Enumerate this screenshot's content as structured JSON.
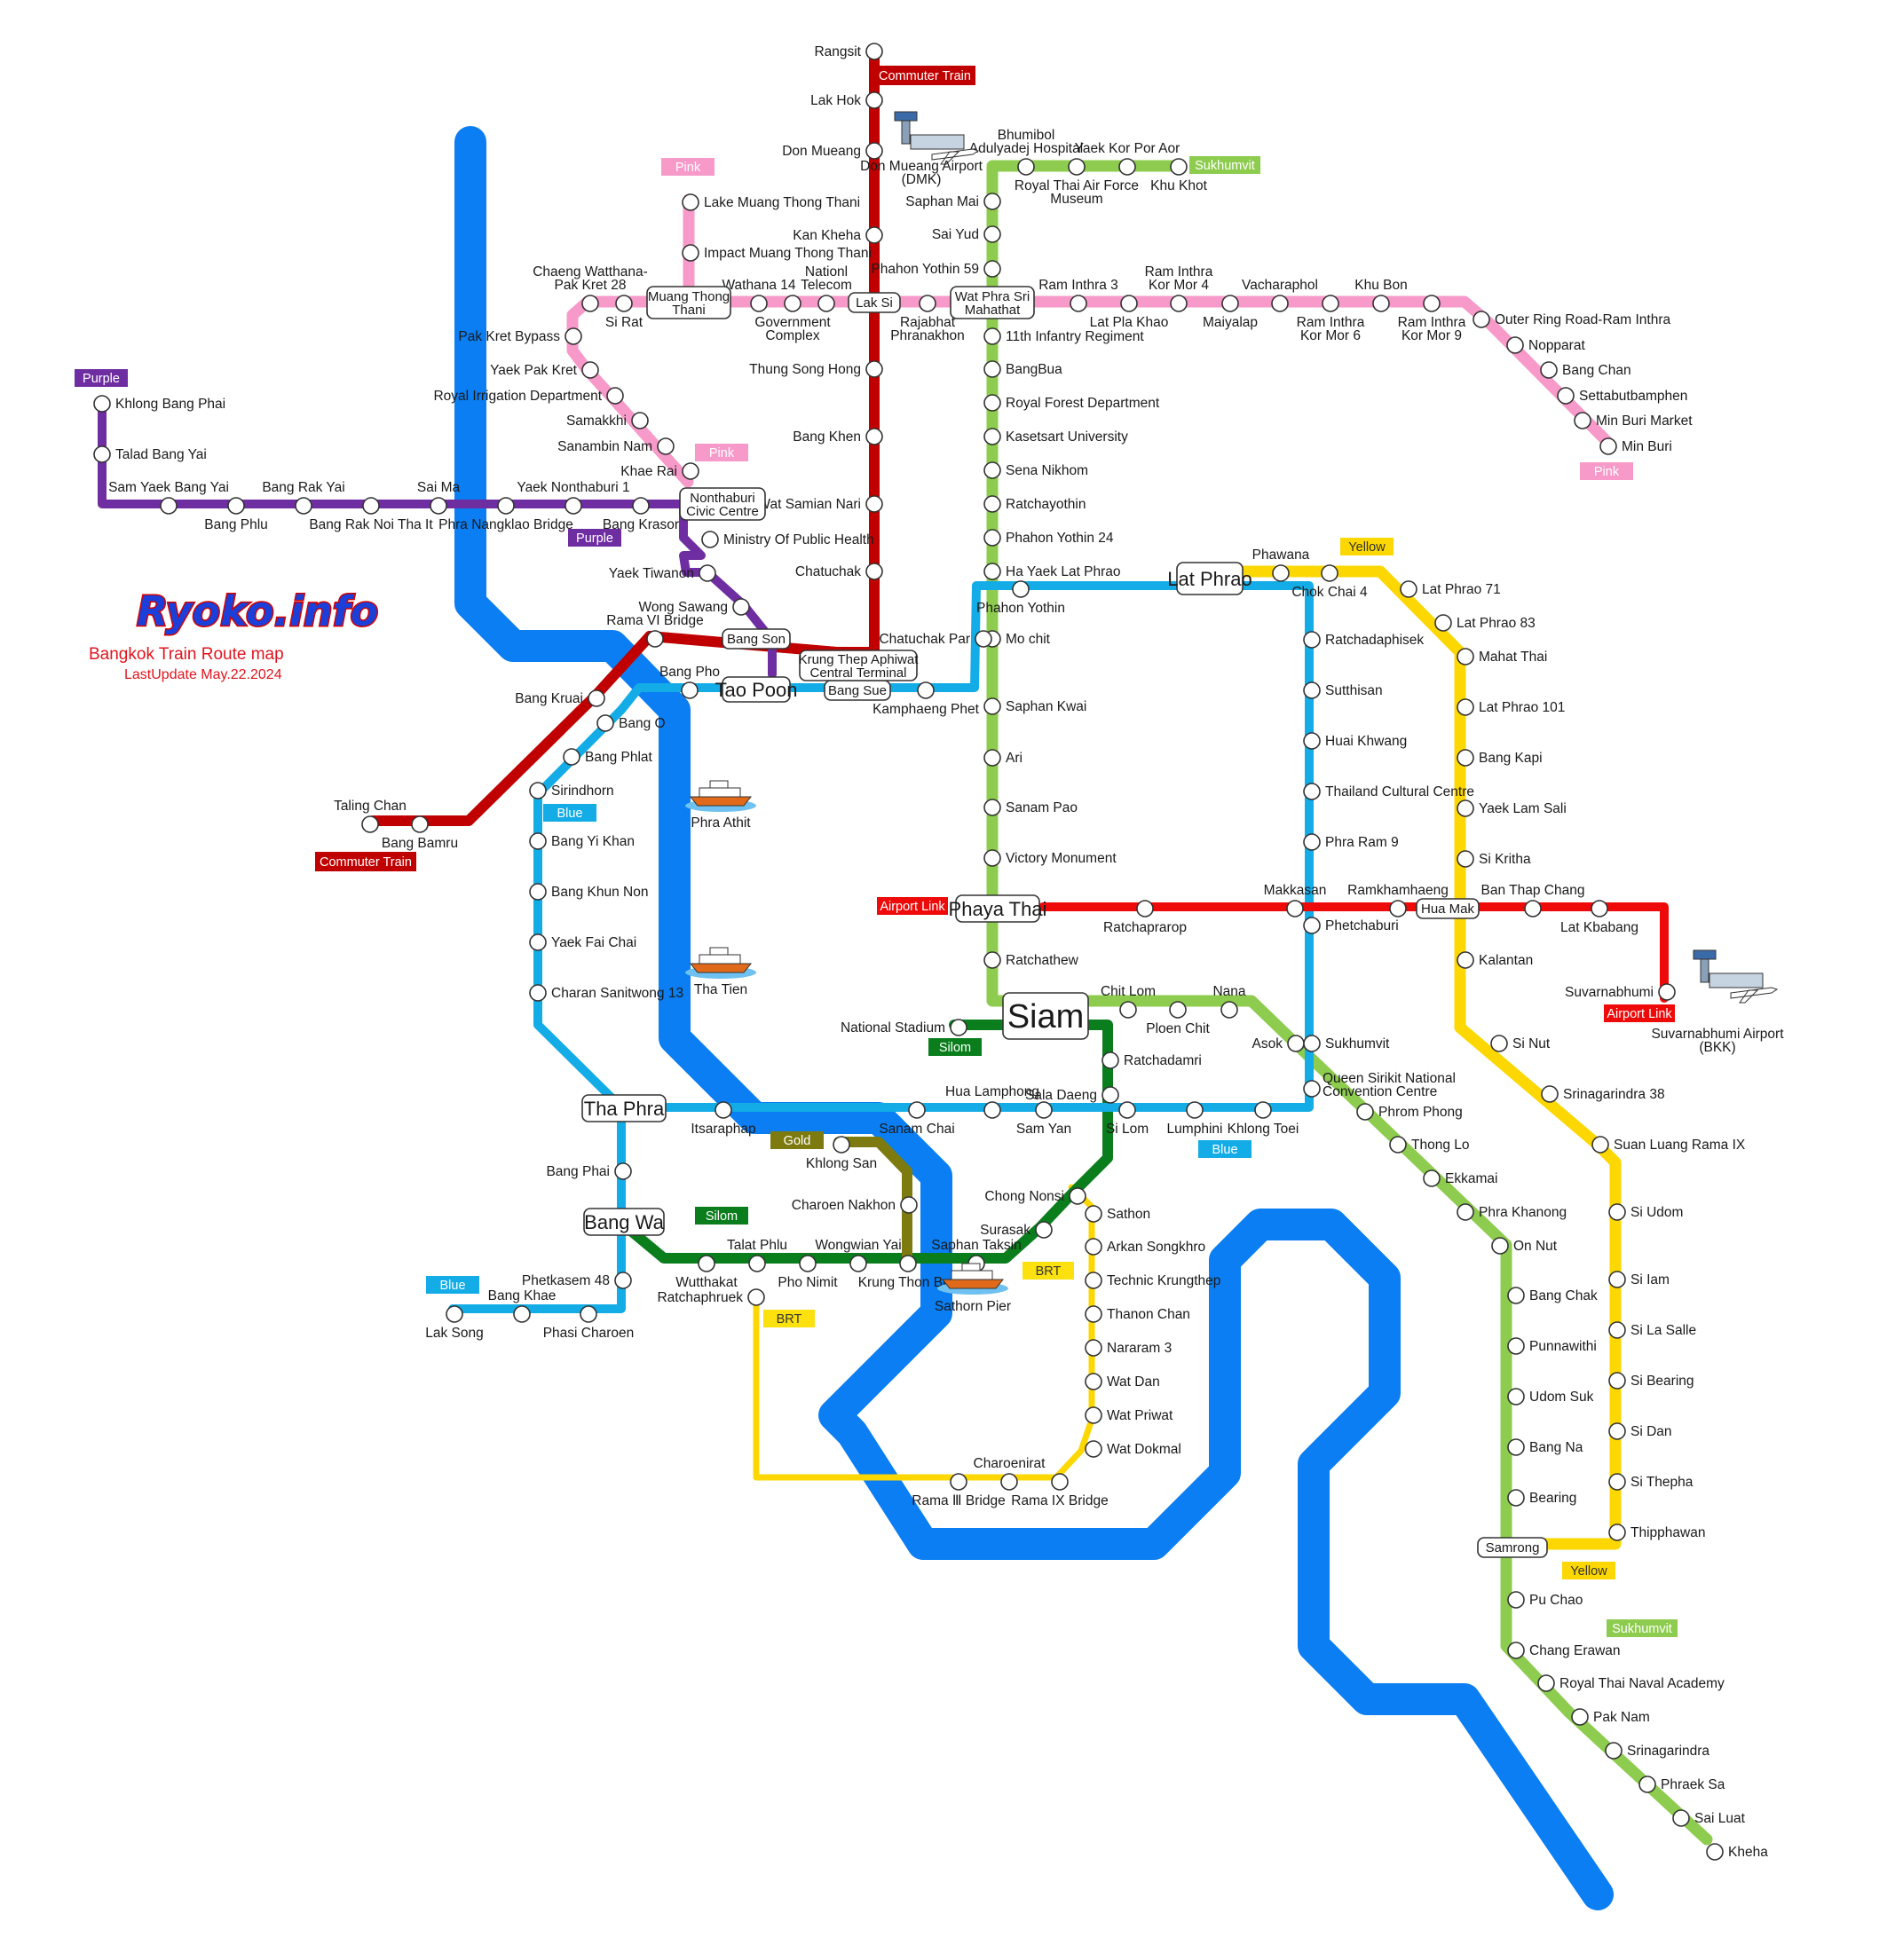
{
  "branding": {
    "logo_text": "Ryoko.info",
    "title": "Bangkok Train Route map",
    "last_update": "LastUpdate May.22.2024"
  },
  "colors": {
    "river": "#0a7ef2",
    "commuter": "#c00000",
    "airport_link": "#ef0a0a",
    "sukhumvit": "#8dcc4e",
    "silom": "#0a7d1c",
    "blue": "#13ace6",
    "purple": "#6f2da2",
    "pink": "#f79ac9",
    "yellow": "#fdd702",
    "gold": "#7d7b10",
    "brt": "#fde10e"
  },
  "line_tags": [
    {
      "id": "commuter-train-top",
      "text": "Commuter Train",
      "color": "#c00000"
    },
    {
      "id": "commuter-train-bottom",
      "text": "Commuter Train",
      "color": "#c00000"
    },
    {
      "id": "sukhumvit-top",
      "text": "Sukhumvit",
      "color": "#8dcc4e"
    },
    {
      "id": "sukhumvit-bottom",
      "text": "Sukhumvit",
      "color": "#8dcc4e"
    },
    {
      "id": "pink-top",
      "text": "Pink",
      "color": "#f79ac9"
    },
    {
      "id": "pink-mid",
      "text": "Pink",
      "color": "#f79ac9"
    },
    {
      "id": "pink-right",
      "text": "Pink",
      "color": "#f79ac9"
    },
    {
      "id": "purple-left",
      "text": "Purple",
      "color": "#6f2da2"
    },
    {
      "id": "purple-mid",
      "text": "Purple",
      "color": "#6f2da2"
    },
    {
      "id": "yellow-top",
      "text": "Yellow",
      "color": "#fdd702"
    },
    {
      "id": "yellow-bottom",
      "text": "Yellow",
      "color": "#fdd702"
    },
    {
      "id": "blue-left",
      "text": "Blue",
      "color": "#13ace6"
    },
    {
      "id": "blue-right",
      "text": "Blue",
      "color": "#13ace6"
    },
    {
      "id": "blue-bottom",
      "text": "Blue",
      "color": "#13ace6"
    },
    {
      "id": "airport-link-left",
      "text": "Airport Link",
      "color": "#ef0a0a"
    },
    {
      "id": "airport-link-right",
      "text": "Airport Link",
      "color": "#ef0a0a"
    },
    {
      "id": "silom-top",
      "text": "Silom",
      "color": "#0a7d1c"
    },
    {
      "id": "silom-bottom",
      "text": "Silom",
      "color": "#0a7d1c"
    },
    {
      "id": "gold",
      "text": "Gold",
      "color": "#7d7b10"
    },
    {
      "id": "brt-1",
      "text": "BRT",
      "color": "#fde10e"
    },
    {
      "id": "brt-2",
      "text": "BRT",
      "color": "#fde10e"
    }
  ],
  "interchanges": [
    {
      "id": "siam",
      "text": "Siam"
    },
    {
      "id": "phaya-thai",
      "text": "Phaya Thai"
    },
    {
      "id": "tha-phra",
      "text": "Tha Phra"
    },
    {
      "id": "bang-wa",
      "text": "Bang Wa"
    },
    {
      "id": "lat-phrao",
      "text": "Lat Phrao"
    },
    {
      "id": "tao-poon",
      "text": "Tao Poon"
    },
    {
      "id": "bang-son",
      "text": "Bang Son"
    },
    {
      "id": "bang-sue",
      "text": "Bang Sue"
    },
    {
      "id": "lak-si",
      "text": "Lak Si"
    },
    {
      "id": "hua-mak",
      "text": "Hua Mak"
    },
    {
      "id": "samrong",
      "text": "Samrong"
    },
    {
      "id": "muang-thong-thani",
      "text": "Muang Thong\nThani"
    },
    {
      "id": "wat-phra-sri-mahathat",
      "text": "Wat Phra Sri\nMahathat"
    },
    {
      "id": "nonthaburi-civic-centre",
      "text": "Nonthaburi\nCivic Centre"
    },
    {
      "id": "krung-thep-aphiwat",
      "text": "Krung Thep Aphiwat\nCentral Terminal"
    }
  ],
  "stations": [
    {
      "name": "Rangsit"
    },
    {
      "name": "Lak Hok"
    },
    {
      "name": "Don Mueang"
    },
    {
      "name": "Kan Kheha"
    },
    {
      "name": "Thung Song Hong"
    },
    {
      "name": "Bang Khen"
    },
    {
      "name": "Wat Samian Nari"
    },
    {
      "name": "Chatuchak"
    },
    {
      "name": "Rama VI Bridge"
    },
    {
      "name": "Bang Kruai"
    },
    {
      "name": "Taling Chan"
    },
    {
      "name": "Bang Bamru"
    },
    {
      "name": "Khu Khot"
    },
    {
      "name": "Yaek Kor Por Aor"
    },
    {
      "name": "Royal Thai Air Force\nMuseum"
    },
    {
      "name": "Bhumibol\nAdulyadej Hospital"
    },
    {
      "name": "Saphan Mai"
    },
    {
      "name": "Sai Yud"
    },
    {
      "name": "Phahon Yothin 59"
    },
    {
      "name": "11th Infantry Regiment"
    },
    {
      "name": "BangBua"
    },
    {
      "name": "Royal Forest Department"
    },
    {
      "name": "Kasetsart University"
    },
    {
      "name": "Sena Nikhom"
    },
    {
      "name": "Ratchayothin"
    },
    {
      "name": "Phahon Yothin 24"
    },
    {
      "name": "Ha Yaek Lat Phrao"
    },
    {
      "name": "Mo chit"
    },
    {
      "name": "Saphan Kwai"
    },
    {
      "name": "Ari"
    },
    {
      "name": "Sanam Pao"
    },
    {
      "name": "Victory Monument"
    },
    {
      "name": "Ratchathew"
    },
    {
      "name": "Chit Lom"
    },
    {
      "name": "Ploen Chit"
    },
    {
      "name": "Nana"
    },
    {
      "name": "Asok"
    },
    {
      "name": "Phrom Phong"
    },
    {
      "name": "Thong Lo"
    },
    {
      "name": "Ekkamai"
    },
    {
      "name": "Phra Khanong"
    },
    {
      "name": "On Nut"
    },
    {
      "name": "Bang Chak"
    },
    {
      "name": "Punnawithi"
    },
    {
      "name": "Udom Suk"
    },
    {
      "name": "Bang Na"
    },
    {
      "name": "Bearing"
    },
    {
      "name": "Pu Chao"
    },
    {
      "name": "Chang Erawan"
    },
    {
      "name": "Royal Thai Naval Academy"
    },
    {
      "name": "Pak Nam"
    },
    {
      "name": "Srinagarindra"
    },
    {
      "name": "Phraek Sa"
    },
    {
      "name": "Sai Luat"
    },
    {
      "name": "Kheha"
    },
    {
      "name": "National Stadium"
    },
    {
      "name": "Ratchadamri"
    },
    {
      "name": "Sala Daeng"
    },
    {
      "name": "Chong Nonsi"
    },
    {
      "name": "Surasak"
    },
    {
      "name": "Saphan Taksin"
    },
    {
      "name": "Krung Thon Buri"
    },
    {
      "name": "Wongwian Yai"
    },
    {
      "name": "Pho Nimit"
    },
    {
      "name": "Talat Phlu"
    },
    {
      "name": "Wutthakat"
    },
    {
      "name": "Phahon Yothin"
    },
    {
      "name": "Chatuchak Par"
    },
    {
      "name": "Kamphaeng Phet"
    },
    {
      "name": "Bang Pho"
    },
    {
      "name": "Bang O"
    },
    {
      "name": "Bang Phlat"
    },
    {
      "name": "Sirindhorn"
    },
    {
      "name": "Bang Yi Khan"
    },
    {
      "name": "Bang Khun Non"
    },
    {
      "name": "Yaek Fai Chai"
    },
    {
      "name": "Charan Sanitwong 13"
    },
    {
      "name": "Itsaraphap"
    },
    {
      "name": "Sanam Chai"
    },
    {
      "name": "Hua Lamphong"
    },
    {
      "name": "Sam Yan"
    },
    {
      "name": "Si Lom"
    },
    {
      "name": "Lumphini"
    },
    {
      "name": "Khlong Toei"
    },
    {
      "name": "Queen Sirikit National\nConvention Centre"
    },
    {
      "name": "Sukhumvit"
    },
    {
      "name": "Phetchaburi"
    },
    {
      "name": "Phra Ram 9"
    },
    {
      "name": "Thailand Cultural Centre"
    },
    {
      "name": "Huai Khwang"
    },
    {
      "name": "Sutthisan"
    },
    {
      "name": "Ratchadaphisek"
    },
    {
      "name": "Chok Chai 4"
    },
    {
      "name": "Bang Phai"
    },
    {
      "name": "Phetkasem 48"
    },
    {
      "name": "Phasi Charoen"
    },
    {
      "name": "Bang Khae"
    },
    {
      "name": "Lak Song"
    },
    {
      "name": "Khlong Bang Phai"
    },
    {
      "name": "Talad Bang Yai"
    },
    {
      "name": "Sam Yaek Bang Yai"
    },
    {
      "name": "Bang Phlu"
    },
    {
      "name": "Bang Rak Yai"
    },
    {
      "name": "Bang Rak Noi Tha It"
    },
    {
      "name": "Sai Ma"
    },
    {
      "name": "Phra Nangklao Bridge"
    },
    {
      "name": "Yaek Nonthaburi 1"
    },
    {
      "name": "Bang Krasor"
    },
    {
      "name": "Ministry Of Public Health"
    },
    {
      "name": "Yaek Tiwanon"
    },
    {
      "name": "Wong Sawang"
    },
    {
      "name": "Lake Muang Thong Thani"
    },
    {
      "name": "Impact Muang Thong Thani"
    },
    {
      "name": "Chaeng Watthana-\nPak Kret 28"
    },
    {
      "name": "Si Rat"
    },
    {
      "name": "Wathana 14"
    },
    {
      "name": "Government\nComplex"
    },
    {
      "name": "Nationl\nTelecom"
    },
    {
      "name": "Rajabhat\nPhranakhon"
    },
    {
      "name": "Ram Inthra 3"
    },
    {
      "name": "Lat Pla Khao"
    },
    {
      "name": "Ram Inthra\nKor Mor 4"
    },
    {
      "name": "Maiyalap"
    },
    {
      "name": "Vacharaphol"
    },
    {
      "name": "Ram Inthra\nKor Mor 6"
    },
    {
      "name": "Khu Bon"
    },
    {
      "name": "Ram Inthra\nKor Mor 9"
    },
    {
      "name": "Outer Ring Road-Ram Inthra"
    },
    {
      "name": "Nopparat"
    },
    {
      "name": "Bang Chan"
    },
    {
      "name": "Settabutbamphen"
    },
    {
      "name": "Min Buri Market"
    },
    {
      "name": "Min Buri"
    },
    {
      "name": "Pak Kret Bypass"
    },
    {
      "name": "Yaek Pak Kret"
    },
    {
      "name": "Royal Irrigation Department"
    },
    {
      "name": "Samakkhi"
    },
    {
      "name": "Sanambin Nam"
    },
    {
      "name": "Khae Rai"
    },
    {
      "name": "Phawana"
    },
    {
      "name": "Lat Phrao 71"
    },
    {
      "name": "Lat Phrao 83"
    },
    {
      "name": "Mahat Thai"
    },
    {
      "name": "Lat Phrao 101"
    },
    {
      "name": "Bang Kapi"
    },
    {
      "name": "Yaek Lam Sali"
    },
    {
      "name": "Si Kritha"
    },
    {
      "name": "Kalantan"
    },
    {
      "name": "Si Nut"
    },
    {
      "name": "Srinagarindra 38"
    },
    {
      "name": "Suan Luang Rama IX"
    },
    {
      "name": "Si Udom"
    },
    {
      "name": "Si Iam"
    },
    {
      "name": "Si La Salle"
    },
    {
      "name": "Si Bearing"
    },
    {
      "name": "Si Dan"
    },
    {
      "name": "Si Thepha"
    },
    {
      "name": "Thipphawan"
    },
    {
      "name": "Ratchaprarop"
    },
    {
      "name": "Makkasan"
    },
    {
      "name": "Ramkhamhaeng"
    },
    {
      "name": "Ban Thap Chang"
    },
    {
      "name": "Lat Kbabang"
    },
    {
      "name": "Suvarnabhumi"
    },
    {
      "name": "Khlong San"
    },
    {
      "name": "Charoen Nakhon"
    },
    {
      "name": "Sathon"
    },
    {
      "name": "Arkan Songkhro"
    },
    {
      "name": "Technic Krungthep"
    },
    {
      "name": "Thanon Chan"
    },
    {
      "name": "Nararam 3"
    },
    {
      "name": "Wat Dan"
    },
    {
      "name": "Wat Priwat"
    },
    {
      "name": "Wat Dokmal"
    },
    {
      "name": "Charoenirat"
    },
    {
      "name": "Rama Ⅲ Bridge"
    },
    {
      "name": "Rama IX Bridge"
    },
    {
      "name": "Ratchaphruek"
    }
  ],
  "landmarks": [
    {
      "id": "don-mueang-airport",
      "text": "Don Mueang Airport\n(DMK)",
      "icon": "airport-icon"
    },
    {
      "id": "suvarnabhumi-airport",
      "text": "Suvarnabhumi Airport\n(BKK)",
      "icon": "airport-icon"
    },
    {
      "id": "phra-athit",
      "text": "Phra Athit",
      "icon": "ferry-icon"
    },
    {
      "id": "tha-tien",
      "text": "Tha Tien",
      "icon": "ferry-icon"
    },
    {
      "id": "sathorn-pier",
      "text": "Sathorn Pier",
      "icon": "ferry-icon"
    }
  ]
}
